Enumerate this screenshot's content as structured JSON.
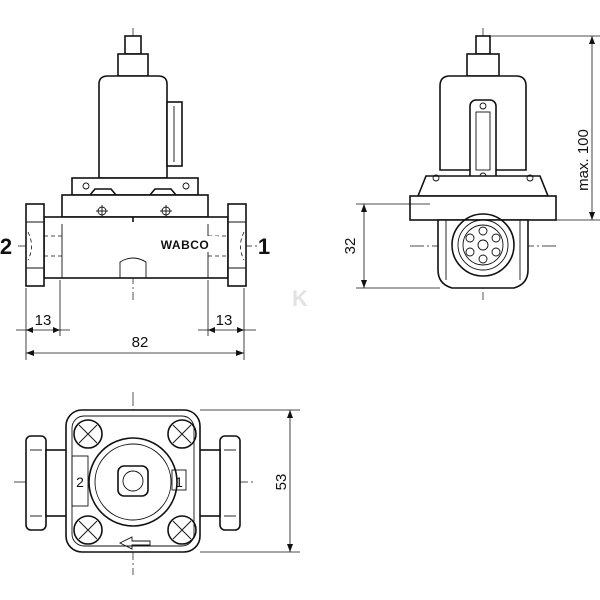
{
  "ports": {
    "left": "2",
    "right": "1"
  },
  "brand": "WABCO",
  "watermark": "K",
  "dimensions": {
    "port_left_offset": "13",
    "port_right_offset": "13",
    "overall_length": "82",
    "body_height": "32",
    "max_height": "max. 100",
    "top_view_depth": "53"
  },
  "top_view_marks": {
    "port_2": "2",
    "port_1": "1"
  }
}
